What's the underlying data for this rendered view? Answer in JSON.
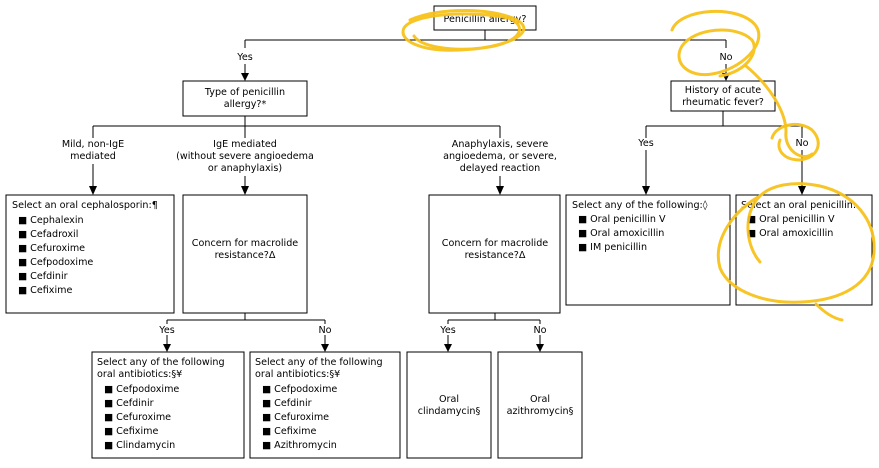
{
  "colors": {
    "box_stroke": "#000000",
    "text": "#000000",
    "annotation": "#f7c21a"
  },
  "root": {
    "label": "Penicillin allergy?"
  },
  "branch_yes": "Yes",
  "branch_no": "No",
  "type_box": {
    "lines": [
      "Type of penicillin",
      "allergy?*"
    ]
  },
  "history_box": {
    "lines": [
      "History of acute",
      "rheumatic fever?"
    ]
  },
  "history_yes": "Yes",
  "history_no": "No",
  "mild_label": {
    "lines": [
      "Mild, non-IgE",
      "mediated"
    ]
  },
  "ige_label": {
    "lines": [
      "IgE mediated",
      "(without severe angioedema",
      "or anaphylaxis)"
    ]
  },
  "ana_label": {
    "lines": [
      "Anaphylaxis, severe",
      "angioedema, or severe,",
      "delayed reaction"
    ]
  },
  "ceph_box": {
    "title": "Select an oral cephalosporin:¶",
    "items": [
      "Cephalexin",
      "Cefadroxil",
      "Cefuroxime",
      "Cefpodoxime",
      "Cefdinir",
      "Cefixime"
    ]
  },
  "macro_box_1": {
    "lines": [
      "Concern for macrolide",
      "resistance?Δ"
    ]
  },
  "macro_box_2": {
    "lines": [
      "Concern for macrolide",
      "resistance?Δ"
    ]
  },
  "fever_yes_box": {
    "title": "Select any of the following:◊",
    "items": [
      "Oral penicillin V",
      "Oral amoxicillin",
      "IM penicillin"
    ]
  },
  "fever_no_box": {
    "title": "Select an oral penicillin:",
    "items": [
      "Oral penicillin V",
      "Oral amoxicillin"
    ]
  },
  "macro1_yes": "Yes",
  "macro1_no": "No",
  "macro2_yes": "Yes",
  "macro2_no": "No",
  "oral_box_1": {
    "title_lines": [
      "Select any of the following",
      "oral antibiotics:§¥"
    ],
    "items": [
      "Cefpodoxime",
      "Cefdinir",
      "Cefuroxime",
      "Cefixime",
      "Clindamycin"
    ]
  },
  "oral_box_2": {
    "title_lines": [
      "Select any of the following",
      "oral antibiotics:§¥"
    ],
    "items": [
      "Cefpodoxime",
      "Cefdinir",
      "Cefuroxime",
      "Cefixime",
      "Azithromycin"
    ]
  },
  "clinda_box": {
    "lines": [
      "Oral",
      "clindamycin§"
    ]
  },
  "azithro_box": {
    "lines": [
      "Oral",
      "azithromycin§"
    ]
  }
}
